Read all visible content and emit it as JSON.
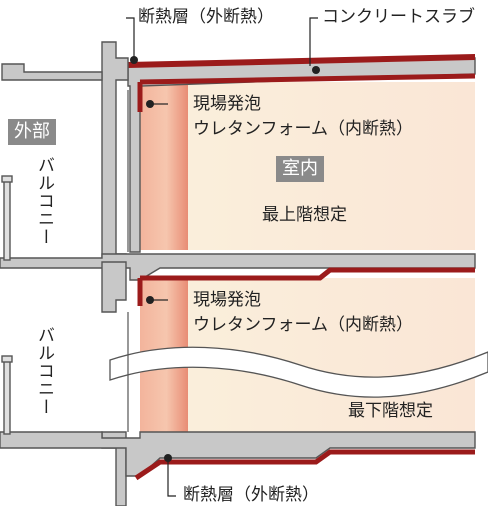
{
  "labels": {
    "top_insulation": "断熱層（外断熱）",
    "concrete_slab": "コンクリートスラブ",
    "foam_upper_line1": "現場発泡",
    "foam_upper_line2": "ウレタンフォーム（内断熱）",
    "foam_lower_line1": "現場発泡",
    "foam_lower_line2": "ウレタンフォーム（内断熱）",
    "bottom_insulation": "断熱層（外断熱）"
  },
  "tags": {
    "exterior": "外部",
    "interior": "室内"
  },
  "balcony_upper": "バルコニー",
  "balcony_lower": "バルコニー",
  "room_top": "最上階想定",
  "room_bottom": "最下階想定",
  "colors": {
    "outer_insulation": "#9b1b1b",
    "inner_foam": "#e79379",
    "room_fill": "#faeedd",
    "concrete": "#c8c8c8",
    "outline": "#555555",
    "tag_bg": "#8a8a8a"
  }
}
